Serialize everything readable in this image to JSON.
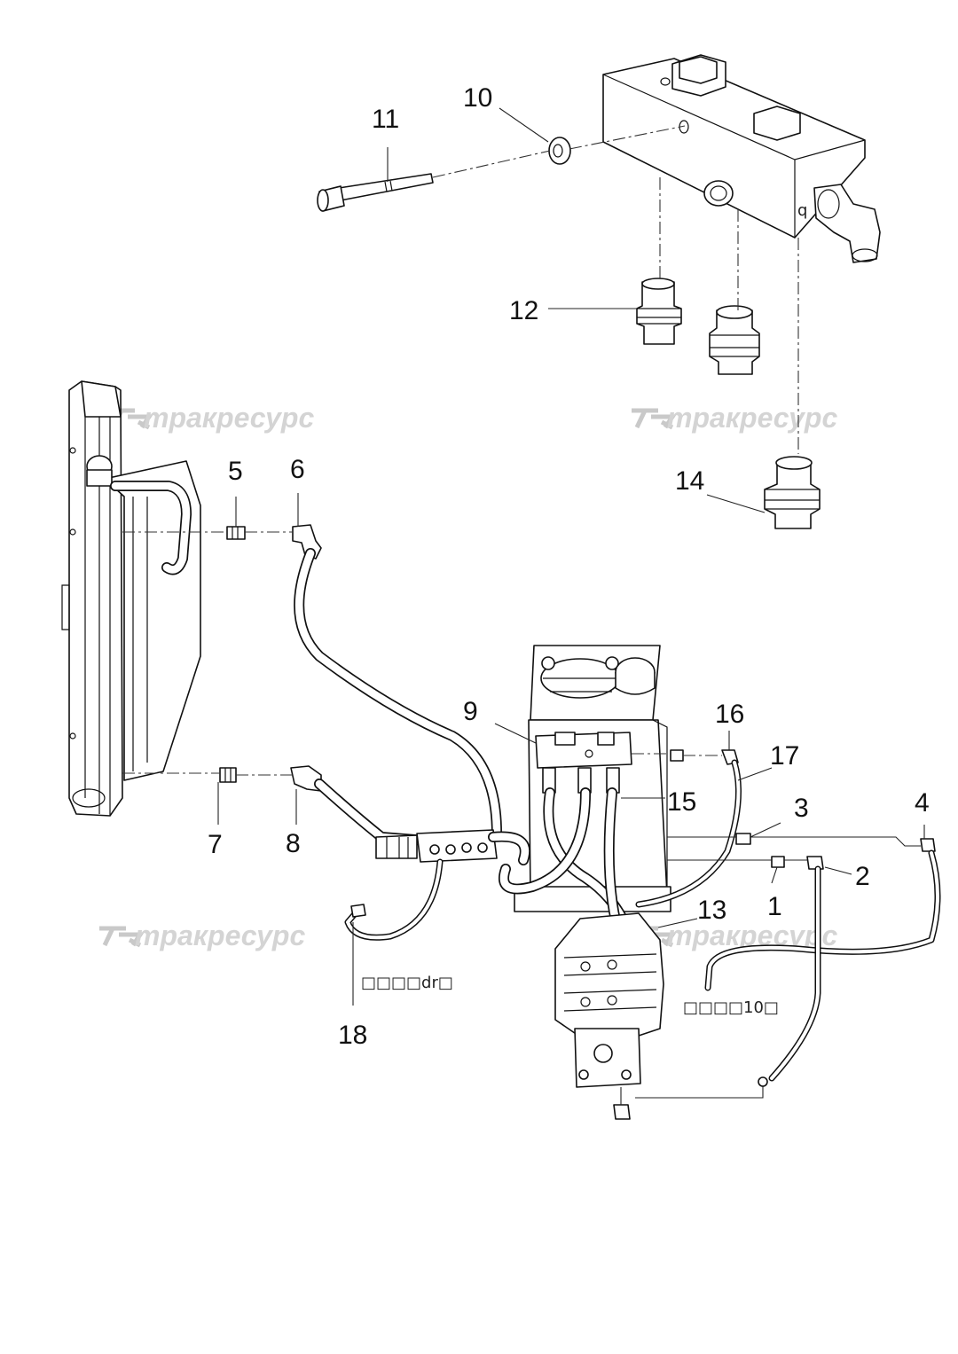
{
  "watermark": {
    "text": "тракресурс",
    "logo": "TR"
  },
  "callouts": [
    {
      "id": "p1",
      "label": "1"
    },
    {
      "id": "p2",
      "label": "2"
    },
    {
      "id": "p3",
      "label": "3"
    },
    {
      "id": "p4",
      "label": "4"
    },
    {
      "id": "p5",
      "label": "5"
    },
    {
      "id": "p6",
      "label": "6"
    },
    {
      "id": "p7",
      "label": "7"
    },
    {
      "id": "p8",
      "label": "8"
    },
    {
      "id": "p9",
      "label": "9"
    },
    {
      "id": "p10",
      "label": "10"
    },
    {
      "id": "p11",
      "label": "11"
    },
    {
      "id": "p12",
      "label": "12"
    },
    {
      "id": "p13",
      "label": "13"
    },
    {
      "id": "p14",
      "label": "14"
    },
    {
      "id": "p15",
      "label": "15"
    },
    {
      "id": "p16",
      "label": "16"
    },
    {
      "id": "p17",
      "label": "17"
    },
    {
      "id": "p18",
      "label": "18"
    }
  ],
  "notes": {
    "left": "□□□□dr□",
    "right": "□□□□10□"
  },
  "colors": {
    "line": "#111111",
    "watermark": "#d4d4d4",
    "background": "#ffffff"
  }
}
